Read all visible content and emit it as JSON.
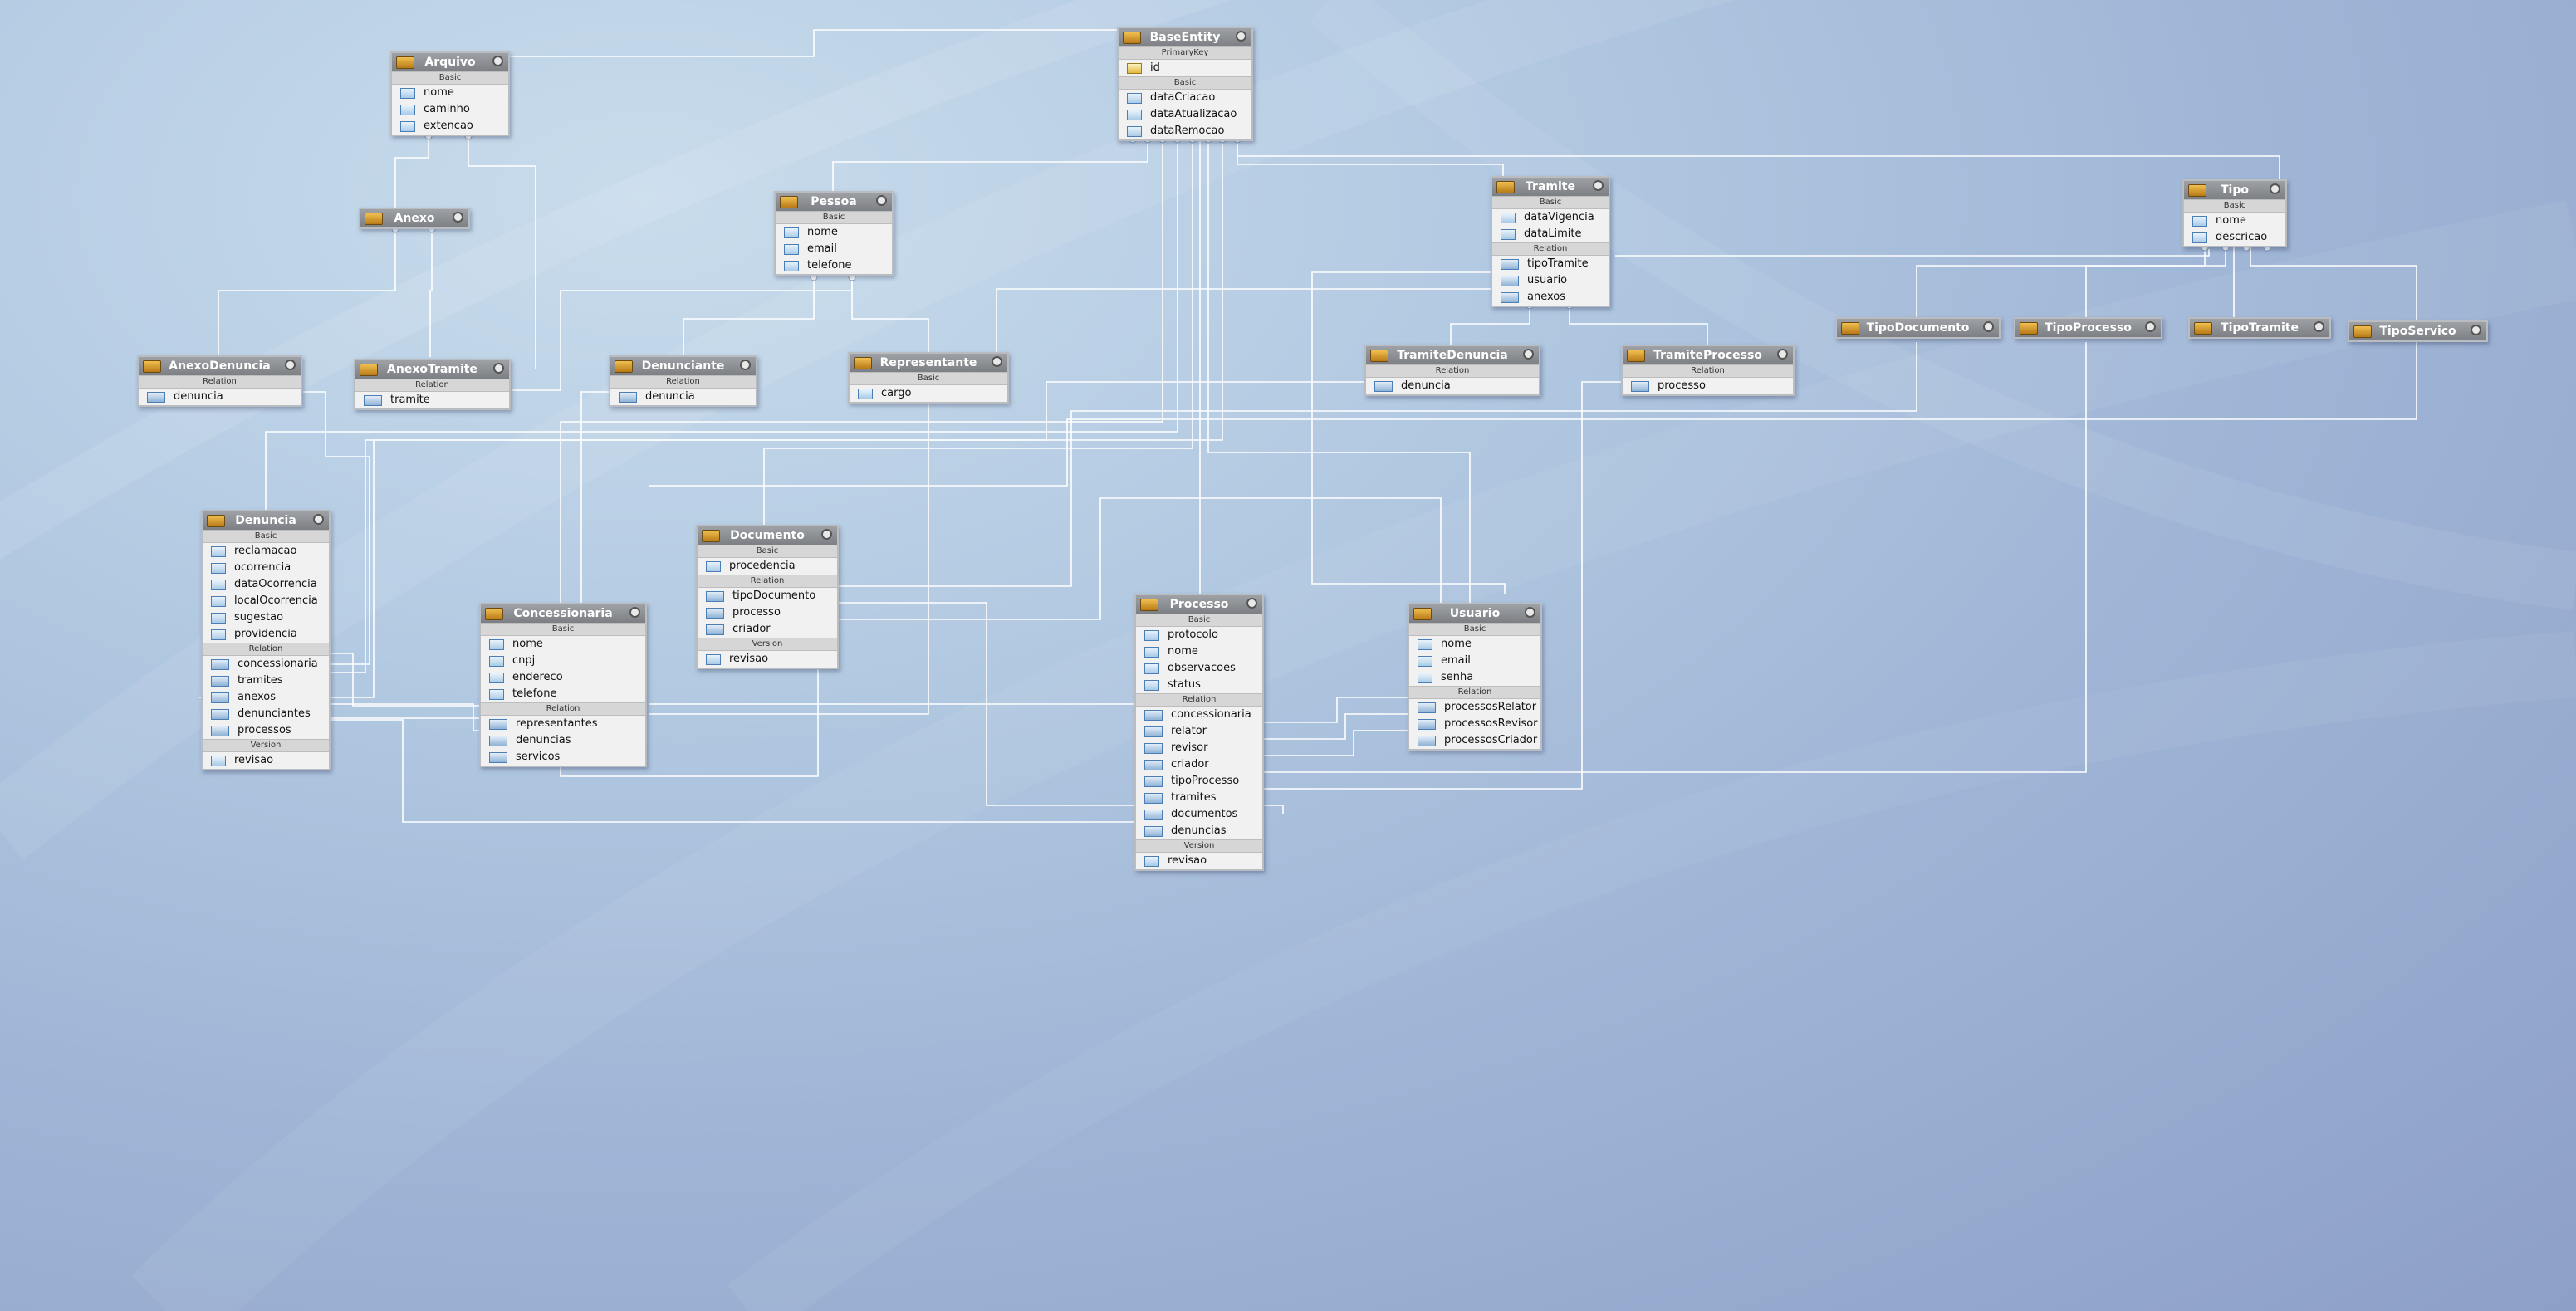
{
  "colors": {
    "header": "#8d9094",
    "wire": "#ffffff",
    "field_icon": "#4a7eb5"
  },
  "icons": {
    "entity": "entity-icon",
    "field": "field-icon",
    "relation": "relation-icon",
    "key": "key-icon",
    "menu": "entity-menu-icon"
  },
  "entities": [
    {
      "id": "arquivo",
      "name": "Arquivo",
      "sections": [
        {
          "label": "Basic",
          "kind": "field",
          "fields": [
            "nome",
            "caminho",
            "extencao"
          ]
        }
      ]
    },
    {
      "id": "baseentity",
      "name": "BaseEntity",
      "sections": [
        {
          "label": "PrimaryKey",
          "kind": "key",
          "fields": [
            "id"
          ]
        },
        {
          "label": "Basic",
          "kind": "field",
          "fields": [
            "dataCriacao",
            "dataAtualizacao",
            "dataRemocao"
          ]
        }
      ]
    },
    {
      "id": "anexo",
      "name": "Anexo",
      "sections": []
    },
    {
      "id": "pessoa",
      "name": "Pessoa",
      "sections": [
        {
          "label": "Basic",
          "kind": "field",
          "fields": [
            "nome",
            "email",
            "telefone"
          ]
        }
      ]
    },
    {
      "id": "tramite",
      "name": "Tramite",
      "sections": [
        {
          "label": "Basic",
          "kind": "field",
          "fields": [
            "dataVigencia",
            "dataLimite"
          ]
        },
        {
          "label": "Relation",
          "kind": "rel",
          "fields": [
            "tipoTramite",
            "usuario",
            "anexos"
          ]
        }
      ]
    },
    {
      "id": "tipo",
      "name": "Tipo",
      "sections": [
        {
          "label": "Basic",
          "kind": "field",
          "fields": [
            "nome",
            "descricao"
          ]
        }
      ]
    },
    {
      "id": "tipodocumento",
      "name": "TipoDocumento",
      "sections": []
    },
    {
      "id": "tipoprocesso",
      "name": "TipoProcesso",
      "sections": []
    },
    {
      "id": "tipotramite",
      "name": "TipoTramite",
      "sections": []
    },
    {
      "id": "tiposervico",
      "name": "TipoServico",
      "sections": []
    },
    {
      "id": "anexodenuncia",
      "name": "AnexoDenuncia",
      "sections": [
        {
          "label": "Relation",
          "kind": "rel",
          "fields": [
            "denuncia"
          ]
        }
      ]
    },
    {
      "id": "anexotramite",
      "name": "AnexoTramite",
      "sections": [
        {
          "label": "Relation",
          "kind": "rel",
          "fields": [
            "tramite"
          ]
        }
      ]
    },
    {
      "id": "denunciante",
      "name": "Denunciante",
      "sections": [
        {
          "label": "Relation",
          "kind": "rel",
          "fields": [
            "denuncia"
          ]
        }
      ]
    },
    {
      "id": "representante",
      "name": "Representante",
      "sections": [
        {
          "label": "Basic",
          "kind": "field",
          "fields": [
            "cargo"
          ]
        }
      ]
    },
    {
      "id": "tramitedenuncia",
      "name": "TramiteDenuncia",
      "sections": [
        {
          "label": "Relation",
          "kind": "rel",
          "fields": [
            "denuncia"
          ]
        }
      ]
    },
    {
      "id": "tramiteprocesso",
      "name": "TramiteProcesso",
      "sections": [
        {
          "label": "Relation",
          "kind": "rel",
          "fields": [
            "processo"
          ]
        }
      ]
    },
    {
      "id": "denuncia",
      "name": "Denuncia",
      "sections": [
        {
          "label": "Basic",
          "kind": "field",
          "fields": [
            "reclamacao",
            "ocorrencia",
            "dataOcorrencia",
            "localOcorrencia",
            "sugestao",
            "providencia"
          ]
        },
        {
          "label": "Relation",
          "kind": "rel",
          "fields": [
            "concessionaria",
            "tramites",
            "anexos",
            "denunciantes",
            "processos"
          ]
        },
        {
          "label": "Version",
          "kind": "field",
          "fields": [
            "revisao"
          ]
        }
      ]
    },
    {
      "id": "documento",
      "name": "Documento",
      "sections": [
        {
          "label": "Basic",
          "kind": "field",
          "fields": [
            "procedencia"
          ]
        },
        {
          "label": "Relation",
          "kind": "rel",
          "fields": [
            "tipoDocumento",
            "processo",
            "criador"
          ]
        },
        {
          "label": "Version",
          "kind": "field",
          "fields": [
            "revisao"
          ]
        }
      ]
    },
    {
      "id": "concessionaria",
      "name": "Concessionaria",
      "sections": [
        {
          "label": "Basic",
          "kind": "field",
          "fields": [
            "nome",
            "cnpj",
            "endereco",
            "telefone"
          ]
        },
        {
          "label": "Relation",
          "kind": "rel",
          "fields": [
            "representantes",
            "denuncias",
            "servicos"
          ]
        }
      ]
    },
    {
      "id": "processo",
      "name": "Processo",
      "sections": [
        {
          "label": "Basic",
          "kind": "field",
          "fields": [
            "protocolo",
            "nome",
            "observacoes",
            "status"
          ]
        },
        {
          "label": "Relation",
          "kind": "rel",
          "fields": [
            "concessionaria",
            "relator",
            "revisor",
            "criador",
            "tipoProcesso",
            "tramites",
            "documentos",
            "denuncias"
          ]
        },
        {
          "label": "Version",
          "kind": "field",
          "fields": [
            "revisao"
          ]
        }
      ]
    },
    {
      "id": "usuario",
      "name": "Usuario",
      "sections": [
        {
          "label": "Basic",
          "kind": "field",
          "fields": [
            "nome",
            "email",
            "senha"
          ]
        },
        {
          "label": "Relation",
          "kind": "rel",
          "fields": [
            "processosRelator",
            "processosRevisor",
            "processosCriador"
          ]
        }
      ]
    }
  ]
}
